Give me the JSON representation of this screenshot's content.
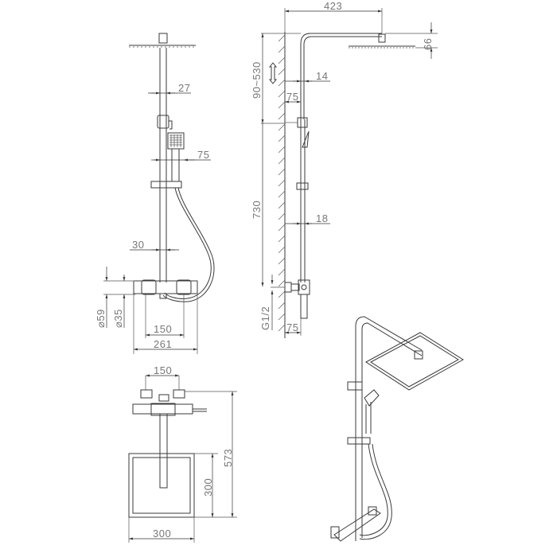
{
  "front_view": {
    "dim_pipe_width": "27",
    "dim_handshower_width": "75",
    "dim_lower_pipe_width": "30",
    "dim_body_height_outer": "⌀59",
    "dim_body_height_inner": "⌀35",
    "dim_inlet_spacing": "150",
    "dim_body_width": "261"
  },
  "side_view": {
    "dim_arm_reach": "423",
    "dim_head_height": "66",
    "dim_height_adjust": "90~530",
    "dim_pipe_diameter_upper": "14",
    "dim_wall_offset_upper": "75",
    "dim_rail_length": "730",
    "dim_pipe_diameter_lower": "18",
    "dim_inlet_thread": "G1/2",
    "dim_wall_offset_lower": "75"
  },
  "top_view": {
    "dim_inlet_spacing": "150",
    "dim_total_depth": "573",
    "dim_head_depth": "300",
    "dim_head_width": "300"
  },
  "isometric_view": {
    "label": ""
  }
}
